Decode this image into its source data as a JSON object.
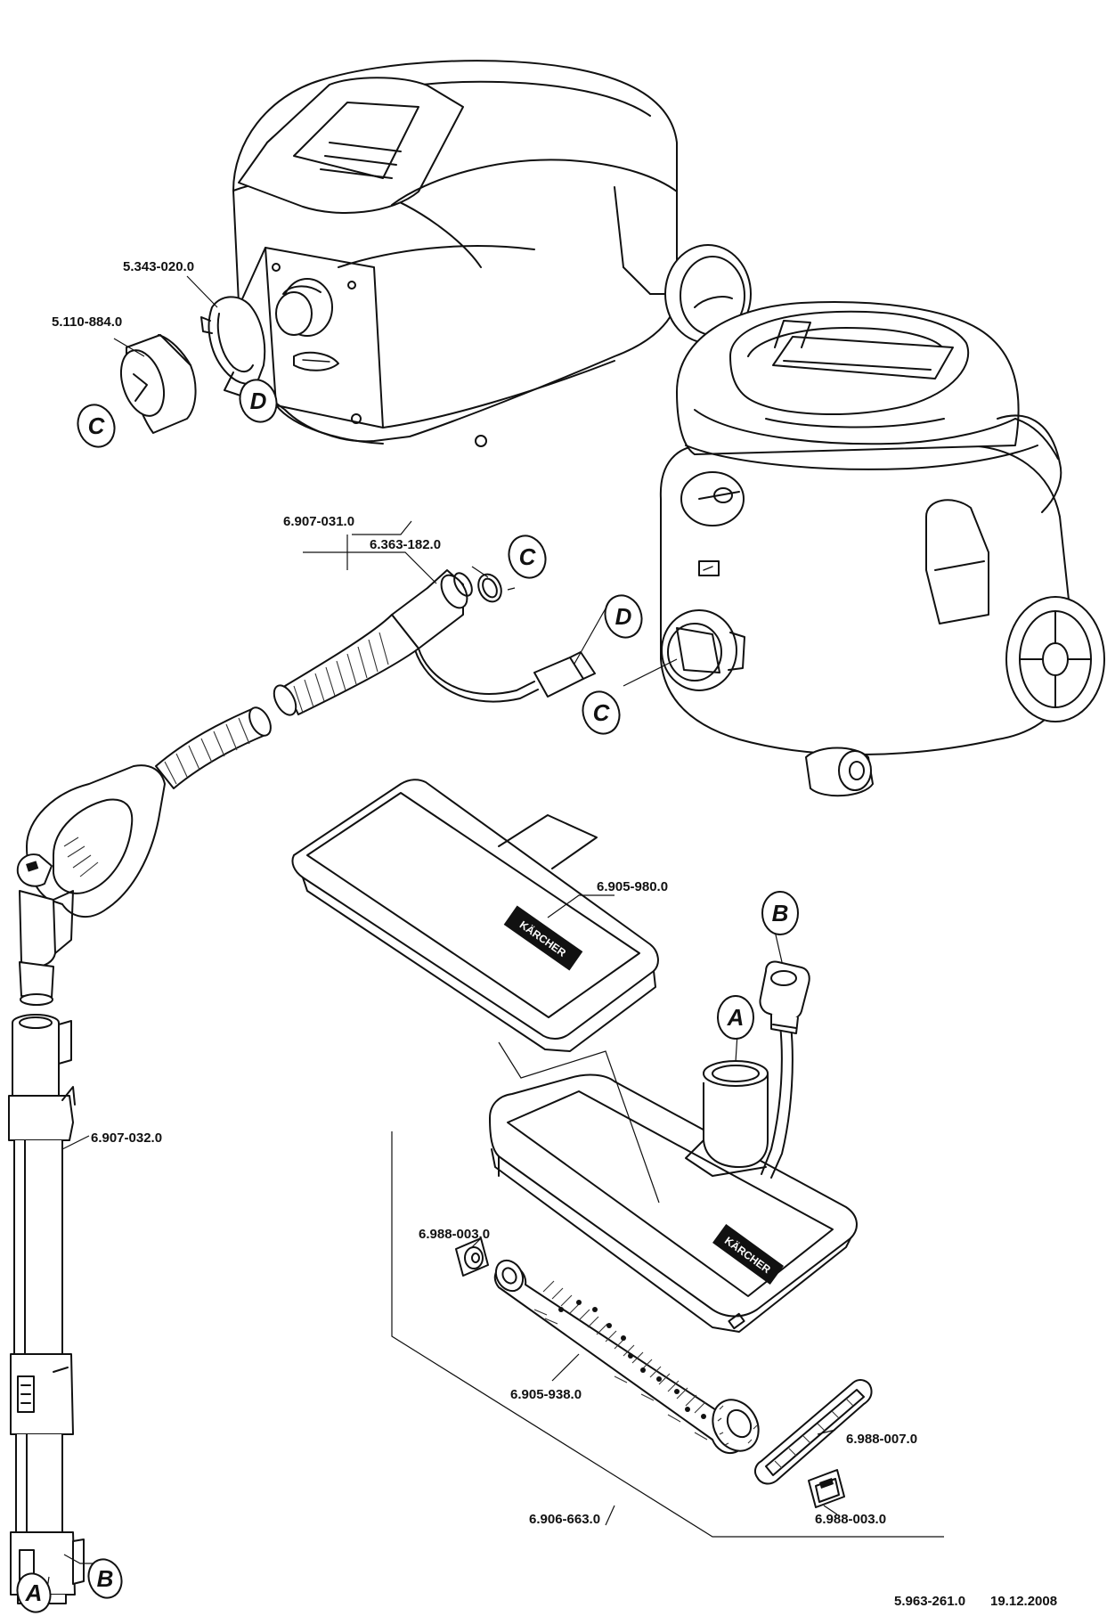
{
  "parts": [
    {
      "id": "p-5-343-020-0",
      "number": "5.343-020.0"
    },
    {
      "id": "p-5-110-884-0",
      "number": "5.110-884.0"
    },
    {
      "id": "p-6-907-031-0",
      "number": "6.907-031.0"
    },
    {
      "id": "p-6-363-182-0",
      "number": "6.363-182.0"
    },
    {
      "id": "p-6-905-980-0",
      "number": "6.905-980.0"
    },
    {
      "id": "p-6-907-032-0",
      "number": "6.907-032.0"
    },
    {
      "id": "p-6-988-003-0-a",
      "number": "6.988-003.0"
    },
    {
      "id": "p-6-905-938-0",
      "number": "6.905-938.0"
    },
    {
      "id": "p-6-988-007-0",
      "number": "6.988-007.0"
    },
    {
      "id": "p-6-906-663-0",
      "number": "6.906-663.0"
    },
    {
      "id": "p-6-988-003-0-b",
      "number": "6.988-003.0"
    }
  ],
  "callouts": {
    "c1": "C",
    "d1": "D",
    "c2": "C",
    "d2": "D",
    "c3": "C",
    "b1": "B",
    "a1": "A",
    "a2": "A",
    "b2": "B"
  },
  "brand_mark": "KÄRCHER",
  "footer": {
    "document_number": "5.963-261.0",
    "date": "19.12.2008"
  }
}
